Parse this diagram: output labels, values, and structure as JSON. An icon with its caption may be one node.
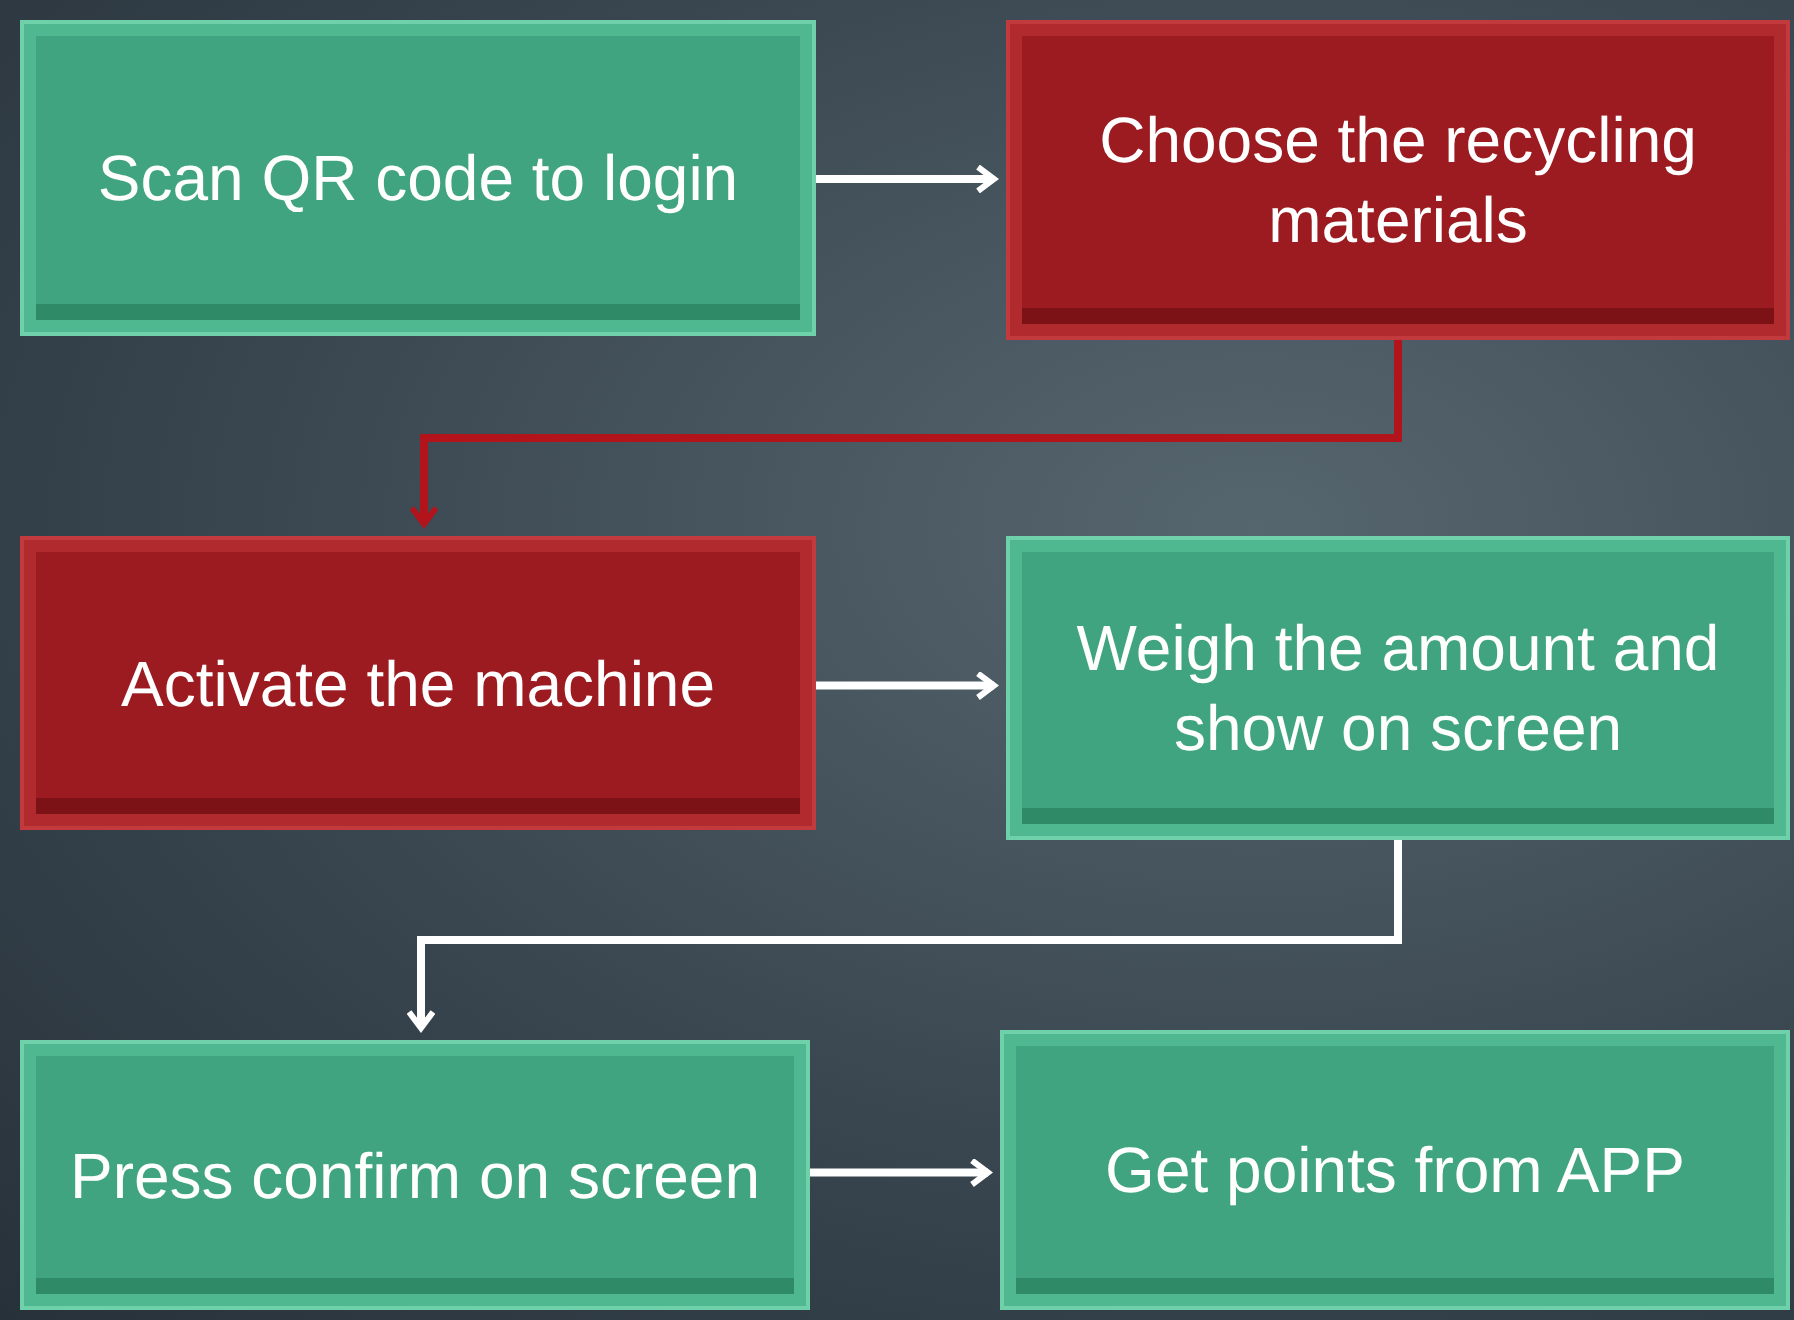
{
  "diagram": {
    "nodes": [
      {
        "text": [
          "Scan QR code to login"
        ]
      },
      {
        "text": [
          "Choose the recycling materials"
        ]
      },
      {
        "text": [
          "Activate the machine"
        ]
      },
      {
        "text": [
          "Weigh the amount and show on screen"
        ]
      },
      {
        "text": [
          "Press confirm on screen"
        ]
      },
      {
        "text": [
          "Get points from APP"
        ]
      }
    ],
    "edges": [
      {
        "from": 0,
        "to": 1,
        "arrow": "to"
      },
      {
        "from": 1,
        "to": 2,
        "arrow": "to",
        "color": "#b3141b"
      },
      {
        "from": 2,
        "to": 3,
        "arrow": "to"
      },
      {
        "from": 3,
        "to": 4,
        "arrow": "to"
      },
      {
        "from": 4,
        "to": 5,
        "arrow": "to"
      }
    ]
  }
}
